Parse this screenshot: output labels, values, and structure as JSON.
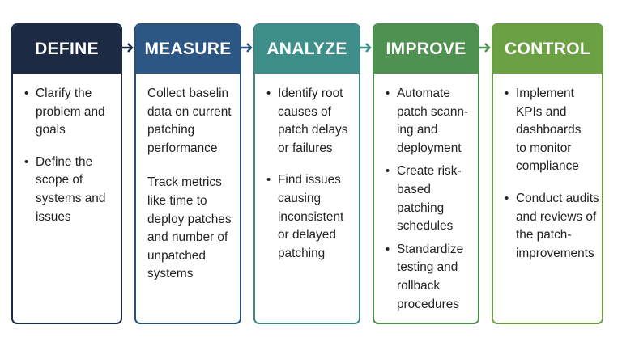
{
  "define": {
    "title": "DEFINE",
    "bullets": [
      "Clarify the problem and goals",
      "Define the scope of systems and issues"
    ]
  },
  "measure": {
    "title": "MEASURE",
    "paragraphs": [
      "Collect baselin data on current patching performance",
      "Track metrics like time to deploy patches and number of unpatched systems"
    ]
  },
  "analyze": {
    "title": "ANALYZE",
    "bullets": [
      "Identify root causes of patch delays or failures",
      "Find issues causing inconsistent or delayed patching"
    ]
  },
  "improve": {
    "title": "IMPROVE",
    "bullets": [
      "Automate patch scann-ing and deployment",
      "Create risk-based patching schedules",
      "Standardize testing and rollback procedures"
    ]
  },
  "control": {
    "title": "CONTROL",
    "bullets": [
      "Implement KPIs and dashboards to monitor compliance",
      "Conduct audits and reviews of the patch-improvements"
    ]
  },
  "colors": {
    "define": "#1c2a44",
    "measure": "#2c5684",
    "analyze": "#3e8e8a",
    "improve": "#4f9150",
    "control": "#6ba043"
  }
}
